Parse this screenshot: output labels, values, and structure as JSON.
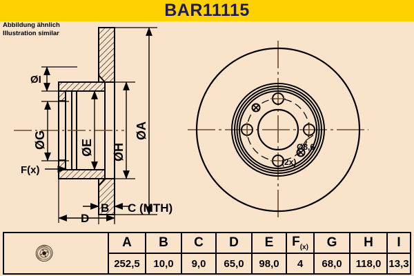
{
  "header": {
    "title": "BAR11115",
    "banner_color": "#ffd100",
    "title_color": "#1b1b5e"
  },
  "page": {
    "background_color": "#fae3cb",
    "line_color": "#000000",
    "centerline_color": "#6b4a2a"
  },
  "note": {
    "line1": "Abbildung ähnlich",
    "line2": "Illustration similar"
  },
  "drawing": {
    "section_view": {
      "labels": [
        {
          "id": "dim-i",
          "text": "ØI"
        },
        {
          "id": "dim-g",
          "text": "ØG"
        },
        {
          "id": "dim-e",
          "text": "ØE"
        },
        {
          "id": "dim-h",
          "text": "ØH"
        },
        {
          "id": "dim-a",
          "text": "ØA"
        },
        {
          "id": "dim-fx",
          "text": "F(x)"
        },
        {
          "id": "dim-b",
          "text": "B"
        },
        {
          "id": "dim-c",
          "text": "C (MTH)"
        },
        {
          "id": "dim-d",
          "text": "D"
        }
      ]
    },
    "face_view": {
      "hole_note_diameter": "Ø8,6",
      "hole_note_count": "(2x)",
      "bolt_holes": 4,
      "threaded_holes": 2
    }
  },
  "spec_table": {
    "headers": [
      "A",
      "B",
      "C",
      "D",
      "E",
      "F(x)",
      "G",
      "H",
      "I"
    ],
    "fx_head_main": "F",
    "fx_head_sub": "(x)",
    "values": [
      "252,5",
      "10,0",
      "9,0",
      "65,0",
      "98,0",
      "4",
      "68,0",
      "118,0",
      "13,3"
    ]
  }
}
